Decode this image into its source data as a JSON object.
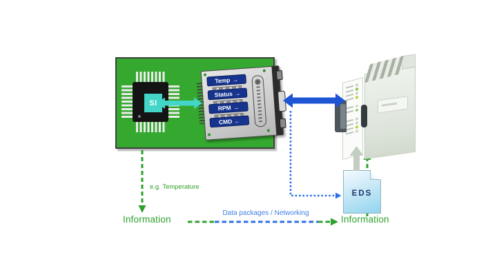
{
  "diagram": {
    "chip": {
      "label": "SI"
    },
    "module": {
      "signals": [
        {
          "text": "Temp",
          "arrow": "→"
        },
        {
          "text": "Status",
          "arrow": "→"
        },
        {
          "text": "RPM",
          "arrow": "→"
        },
        {
          "text": "CMD",
          "arrow": "←"
        }
      ]
    },
    "eds_file": {
      "label": "EDS"
    },
    "labels": {
      "sensor_example": "e.g. Temperature",
      "information_left": "Information",
      "information_right": "Information",
      "networking": "Data packages / Networking"
    },
    "colors": {
      "board_green": "#35a92f",
      "accent_cyan": "#42d5c8",
      "signal_label_blue": "#16338e",
      "arrow_blue": "#1d55d5",
      "dotted_blue": "#2b6de5",
      "dashed_green": "#2da12d",
      "networking_text_blue": "#3f7de5",
      "eds_navy": "#1a3569"
    }
  }
}
